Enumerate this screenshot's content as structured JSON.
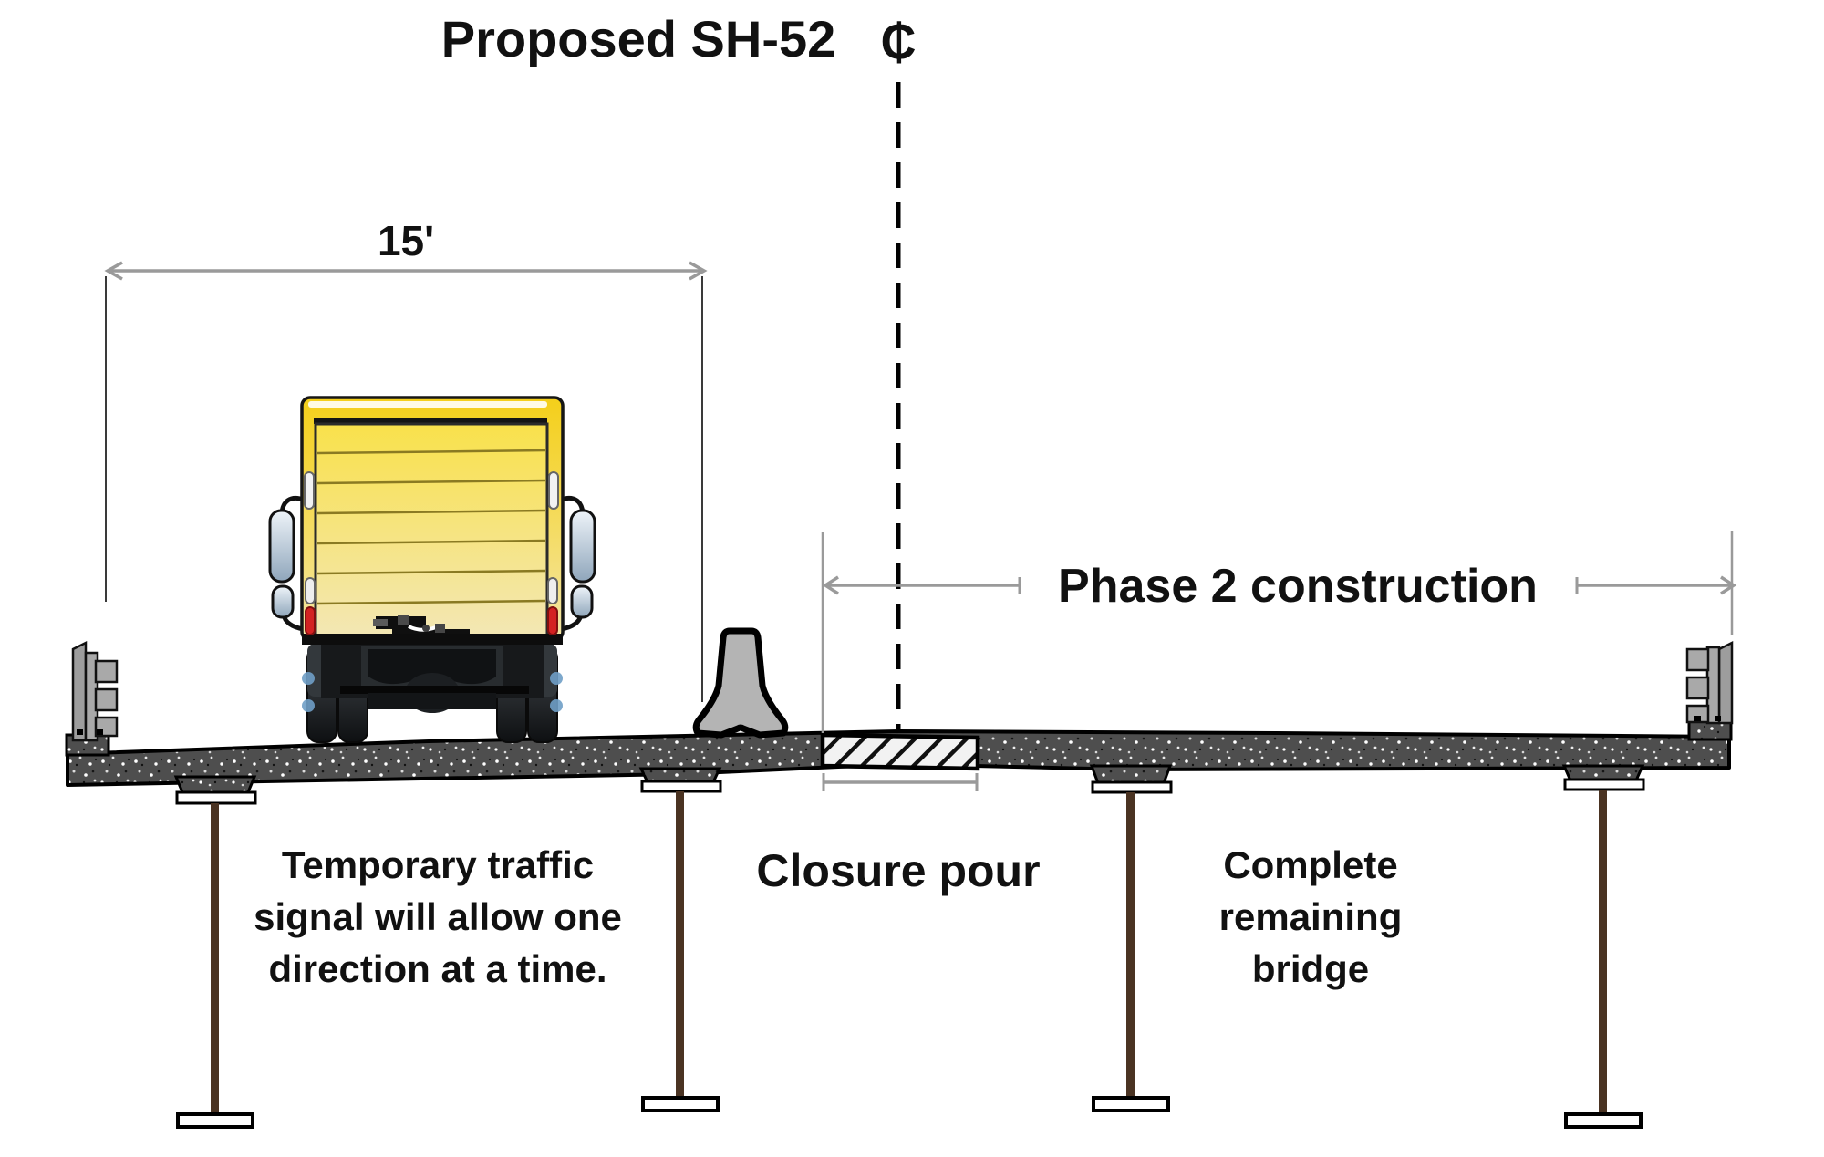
{
  "diagram": {
    "title": "Proposed SH-52",
    "centerline_symbol": "₵",
    "dim_15ft": "15'",
    "phase2_label": "Phase 2 construction",
    "closure_label": "Closure pour",
    "left_note": {
      "line1": "Temporary traffic",
      "line2": "signal will allow one",
      "line3": "direction at a time."
    },
    "right_note": {
      "line1": "Complete",
      "line2": "remaining",
      "line3": "bridge"
    }
  },
  "colors": {
    "deck_base": "#4e4e4e",
    "barrier": "#b4b4b4",
    "girder_web": "#4a3322",
    "dimension": "#9a9a9a",
    "extension": "#3a3a3a",
    "hatch_bg": "#f2f2f2",
    "truck_yellow_top": "#f4cf1a",
    "truck_yellow_bottom": "#f2e5a8",
    "door_top": "#f9e14b",
    "door_bottom": "#f3e7b4",
    "taillight_red": "#d32222",
    "mirror_blue": "#8fa6bb",
    "rail_gray": "#a9a9a9",
    "wheel_dark": "#0e1012"
  }
}
